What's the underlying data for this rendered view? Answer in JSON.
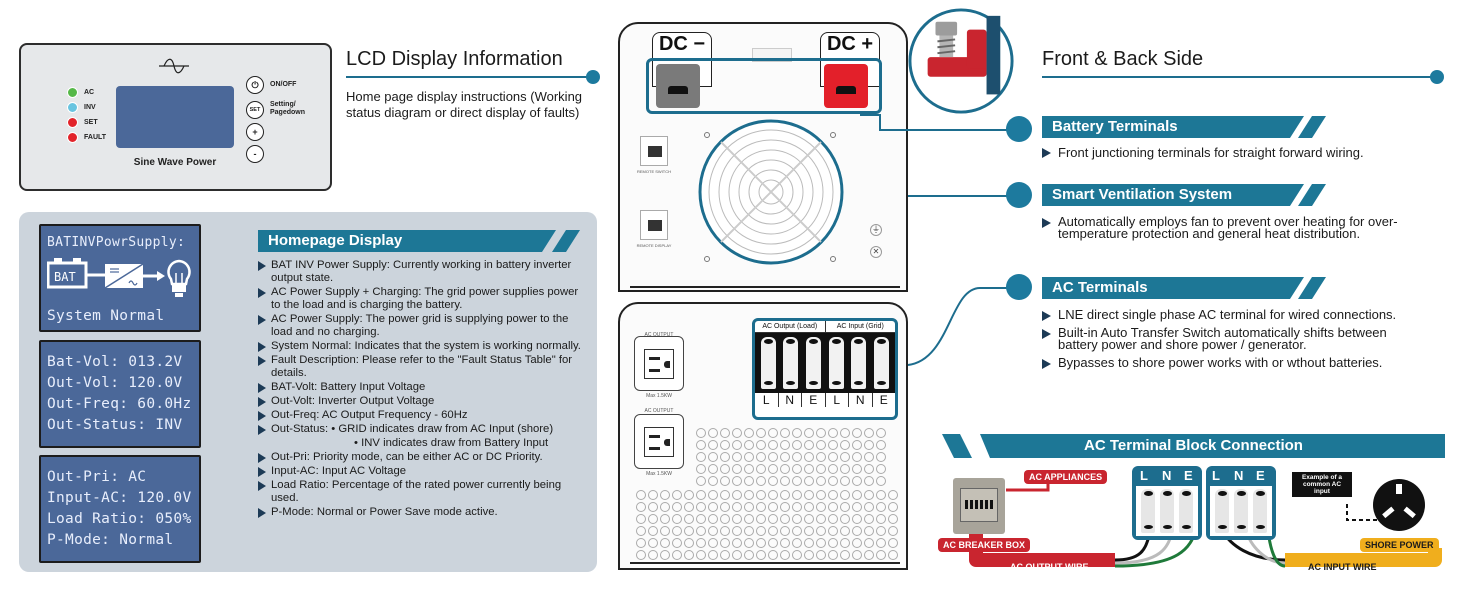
{
  "control_panel": {
    "leds": [
      {
        "label": "AC",
        "color": "#55b848"
      },
      {
        "label": "INV",
        "color": "#69c4e0"
      },
      {
        "label": "SET",
        "color": "#e2232a"
      },
      {
        "label": "FAULT",
        "color": "#e2232a"
      }
    ],
    "title": "Sine Wave Power",
    "buttons": [
      {
        "symbol": "⏻",
        "label": "ON/OFF"
      },
      {
        "symbol": "SET",
        "label": "Setting/ Pagedown"
      },
      {
        "symbol": "+",
        "label": ""
      },
      {
        "symbol": "-",
        "label": ""
      }
    ]
  },
  "lcd_section": {
    "title": "LCD Display Information",
    "intro": "Home page display instructions (Working status diagram or direct display of faults)"
  },
  "lcd_screens": {
    "screen1": {
      "header": "BATINVPowrSupply:",
      "bat_label": "BAT",
      "footer": "System Normal"
    },
    "screen2": [
      "Bat-Vol: 013.2V",
      "Out-Vol: 120.0V",
      "Out-Freq: 60.0Hz",
      "Out-Status: INV"
    ],
    "screen3": [
      "Out-Pri: AC",
      "Input-AC: 120.0V",
      "Load Ratio: 050%",
      "P-Mode: Normal"
    ]
  },
  "homepage_display": {
    "title": "Homepage Display",
    "items": [
      "BAT INV Power Supply: Currently working in battery inverter output state.",
      "AC Power Supply + Charging: The grid power supplies power to the load and is charging the battery.",
      "AC Power Supply: The power grid is supplying power to the load and no charging.",
      "System Normal: Indicates that the system is working normally.",
      "Fault Description: Please refer to the \"Fault Status Table\" for details.",
      "BAT-Volt: Battery Input Voltage",
      "Out-Volt: Inverter Output Voltage",
      "Out-Freq: AC Output Frequency - 60Hz",
      "Out-Status: • GRID indicates draw from AC Input (shore)",
      "Out-Pri: Priority mode, can be either AC or DC Priority.",
      "Input-AC: Input AC Voltage",
      "Load Ratio: Percentage of the rated power currently being used.",
      "P-Mode:  Normal or Power Save mode active."
    ],
    "out_status_sub": "• INV indicates draw from Battery Input"
  },
  "device": {
    "dc_minus": "DC −",
    "dc_plus": "DC +",
    "remote_switch": "REMOTE SWITCH",
    "remote_display": "REMOTE DISPLAY",
    "outlet_label": "AC OUTPUT",
    "outlet1_max": "Max 1.5KW",
    "outlet2_max": "Max 1.5KW",
    "terminal_headers": [
      "AC Output (Load)",
      "AC Input (Grid)"
    ],
    "terminal_letters": [
      "L",
      "N",
      "E",
      "L",
      "N",
      "E"
    ]
  },
  "front_back": {
    "title": "Front & Back Side",
    "sections": [
      {
        "title": "Battery Terminals",
        "items": [
          "Front junctioning terminals for straight forward wiring."
        ]
      },
      {
        "title": "Smart Ventilation System",
        "items": [
          "Automatically employs fan to prevent over heating for over-temperature protection and general heat distribution."
        ]
      },
      {
        "title": "AC Terminals",
        "items": [
          "LNE direct single phase AC terminal for wired connections.",
          "Built-in Auto Transfer Switch automatically shifts between battery power and shore power / generator.",
          "Bypasses to shore power works with or wthout batteries."
        ]
      }
    ]
  },
  "ac_block": {
    "title": "AC Terminal Block Connection",
    "letters": [
      "L",
      "N",
      "E",
      "L",
      "N",
      "E"
    ],
    "ac_appliances": "AC APPLIANCES",
    "ac_breaker_box": "AC BREAKER BOX",
    "ac_output_wire": "AC OUTPUT WIRE",
    "ac_input_wire": "AC INPUT WIRE",
    "shore_power": "SHORE POWER",
    "example_note": "Example of a common AC input"
  },
  "colors": {
    "accent": "#1d7796",
    "lcd_blue": "#4b6899",
    "panel_grey": "#ccd4dc",
    "red": "#c9252f",
    "yellow": "#f0ae1d"
  }
}
